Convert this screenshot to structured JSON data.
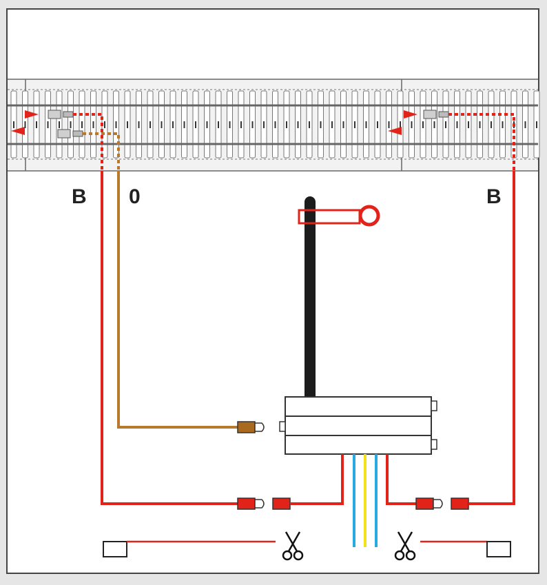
{
  "labels": {
    "left_feed": "B",
    "center_feed": "0",
    "right_feed": "B"
  },
  "colors": {
    "background": "#e6e6e6",
    "panel": "#ffffff",
    "track_band": "#f0f0f0",
    "outline": "#555555",
    "feed_wire": "#e2231a",
    "ground_wire": "#b8782e",
    "signal_mast": "#1c1c1c",
    "cable_blue": "#27a9e1",
    "cable_yellow": "#f4e11a"
  },
  "icons": {
    "cut_symbol": "scissors-icon",
    "signal": "semaphore-signal-icon",
    "plug": "plug-icon",
    "socket": "socket-icon"
  }
}
